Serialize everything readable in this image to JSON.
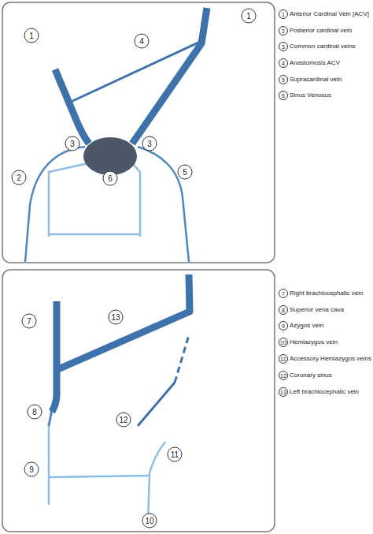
{
  "diagram": {
    "labels": [
      "1",
      "1",
      "4",
      "3",
      "3",
      "2",
      "6",
      "5",
      "1",
      "Anterior Cardinal Vein [ACV]",
      "2",
      "Posterior cardinal vein",
      "3",
      "Common cardinal veins",
      "4",
      "Anastomosis ACV",
      "5",
      "Supracardinal vein",
      "6",
      "Sinus Venosus",
      "7",
      "13",
      "8",
      "12",
      "9",
      "11",
      "10",
      "7",
      "Right brachiocephalic vein",
      "8",
      "Superior vena cava",
      "9",
      "Azygos vein",
      "10",
      "Hemiazygos vein",
      "11",
      "Accessory Hemiazygos veins",
      "12",
      "Coronary sinus",
      "13",
      "Left brachiocephalic vein"
    ]
  }
}
